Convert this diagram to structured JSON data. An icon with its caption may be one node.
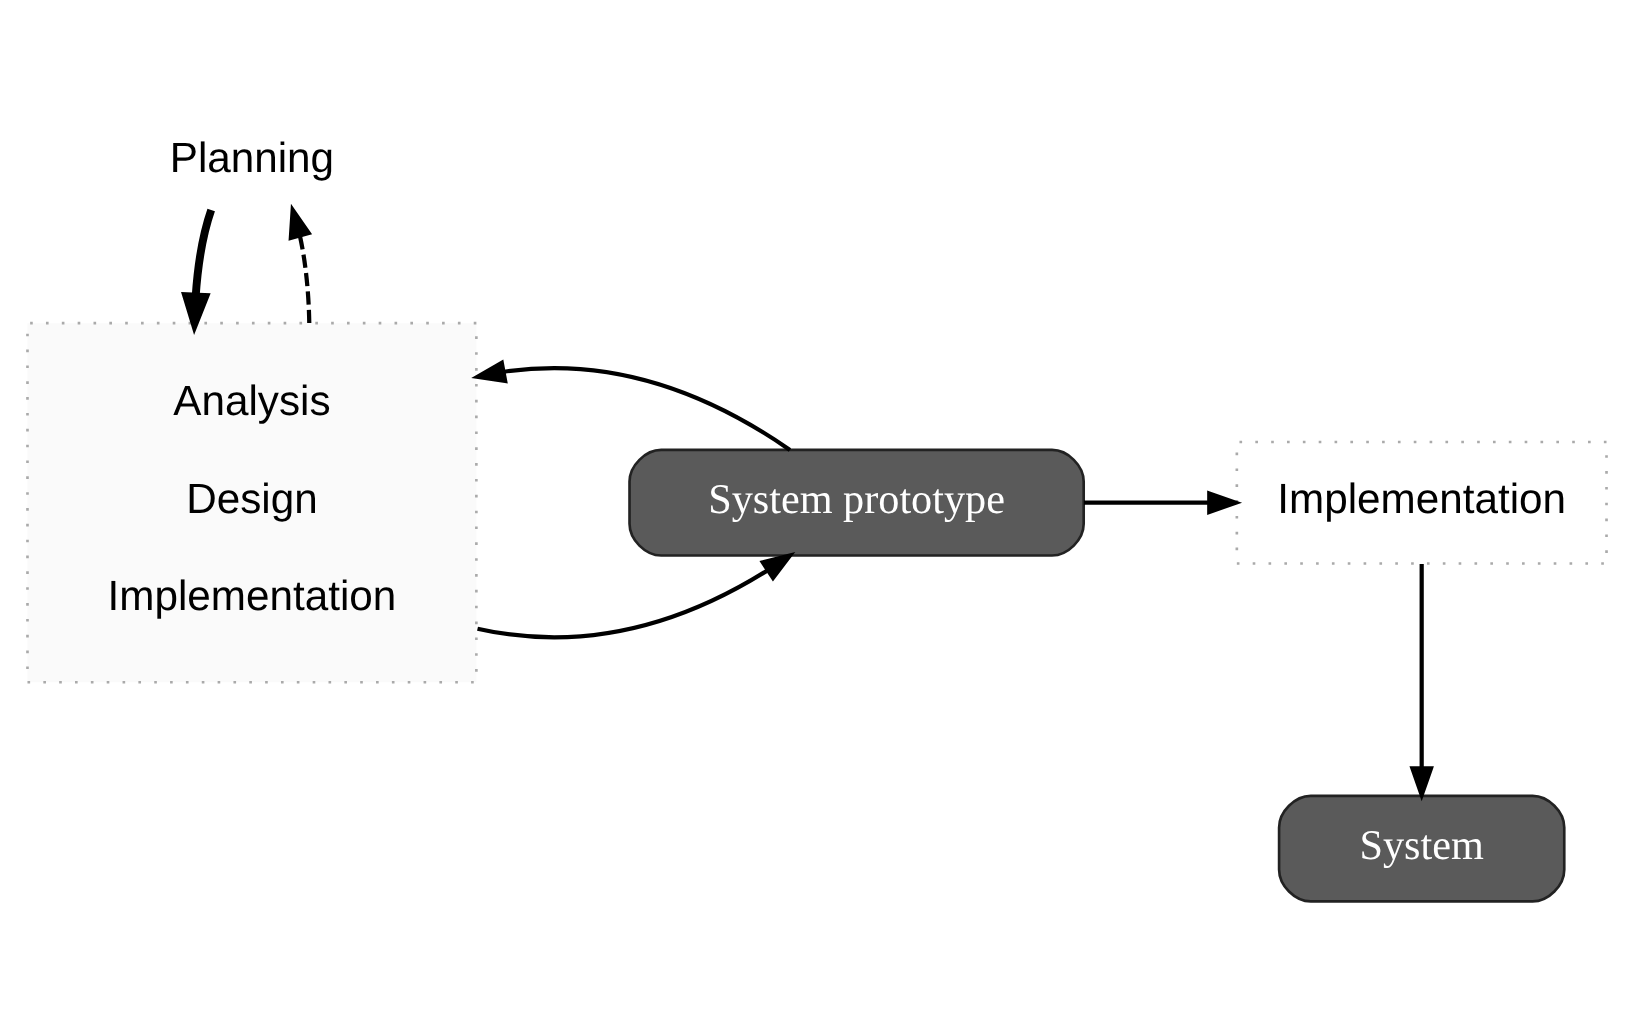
{
  "diagram": {
    "nodes": [
      {
        "text": [
          "Planning"
        ]
      },
      {
        "text": [
          "Analysis",
          "Design",
          "Implementation"
        ]
      },
      {
        "text": [
          "System prototype"
        ]
      },
      {
        "text": [
          "Implementation"
        ]
      },
      {
        "text": [
          "System"
        ]
      }
    ],
    "edges": [
      {
        "from": 0,
        "to": 1,
        "arrow": "to",
        "style": "thick"
      },
      {
        "from": 1,
        "to": 0,
        "arrow": "to",
        "style": "dashed"
      },
      {
        "from": 1,
        "to": 2,
        "arrow": "to"
      },
      {
        "from": 2,
        "to": 1,
        "arrow": "to"
      },
      {
        "from": 2,
        "to": 3,
        "arrow": "to"
      },
      {
        "from": 3,
        "to": 4,
        "arrow": "to"
      }
    ]
  }
}
